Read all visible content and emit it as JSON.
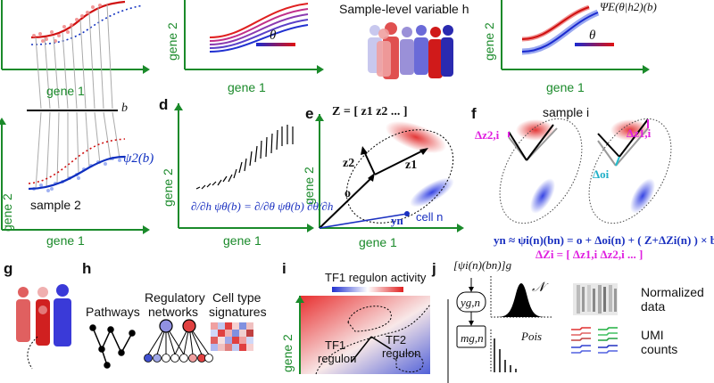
{
  "panel_a_tail": {
    "ylabel": "gene 2",
    "xlabel": "gene 1",
    "b_label": "b",
    "sample_label": "sample 2",
    "psi_label": "ψ2(b)"
  },
  "panel_b_tail": {
    "ylabel": "gene 2",
    "xlabel": "gene 1",
    "theta_label": "θ"
  },
  "panel_c_tail": {
    "title": "Sample-level variable h"
  },
  "panel_top_right": {
    "ylabel": "gene 2",
    "xlabel": "gene 1",
    "psi_label": "ΨE(θ|h2)(b)",
    "theta_label": "θ"
  },
  "panel_d": {
    "letter": "d",
    "ylabel": "gene 2",
    "xlabel": "gene 1",
    "equation": "∂/∂h ψθ(b) = ∂/∂θ ψθ(b) ∂θ/∂h"
  },
  "panel_e": {
    "letter": "e",
    "equation": "Z = [ z1 z2 ... ]",
    "ylabel": "gene 2",
    "xlabel": "gene 1",
    "z1": "z1",
    "z2": "z2",
    "o": "o",
    "yn": "yn",
    "cell": "cell n"
  },
  "panel_f": {
    "letter": "f",
    "title": "sample i",
    "dz2": "Δz2,i",
    "dz1": "Δz1,i",
    "do": "Δoi",
    "eq1": "yn ≈ ψi(n)(bn) = o + Δoi(n) + ( Z+ΔZi(n) ) × bn",
    "eq2": "ΔZi = [ Δz1,i Δz2,i ... ]"
  },
  "panel_g": {
    "letter": "g"
  },
  "panel_h": {
    "letter": "h",
    "pathways": "Pathways",
    "reg1": "Regulatory",
    "reg2": "networks",
    "cell1": "Cell type",
    "cell2": "signatures"
  },
  "panel_i": {
    "letter": "i",
    "title": "TF1 regulon activity",
    "ylabel": "gene 2",
    "tf1a": "TF1",
    "tf1b": "regulon",
    "tf2a": "TF2",
    "tf2b": "regulon"
  },
  "panel_j": {
    "letter": "j",
    "top": "[ψi(n)(bn)]g",
    "ygn": "yg,n",
    "mgn": "mg,n",
    "normal": "𝒩",
    "pois": "Pois",
    "normalized1": "Normalized",
    "normalized2": "data",
    "umi1": "UMI",
    "umi2": "counts"
  }
}
